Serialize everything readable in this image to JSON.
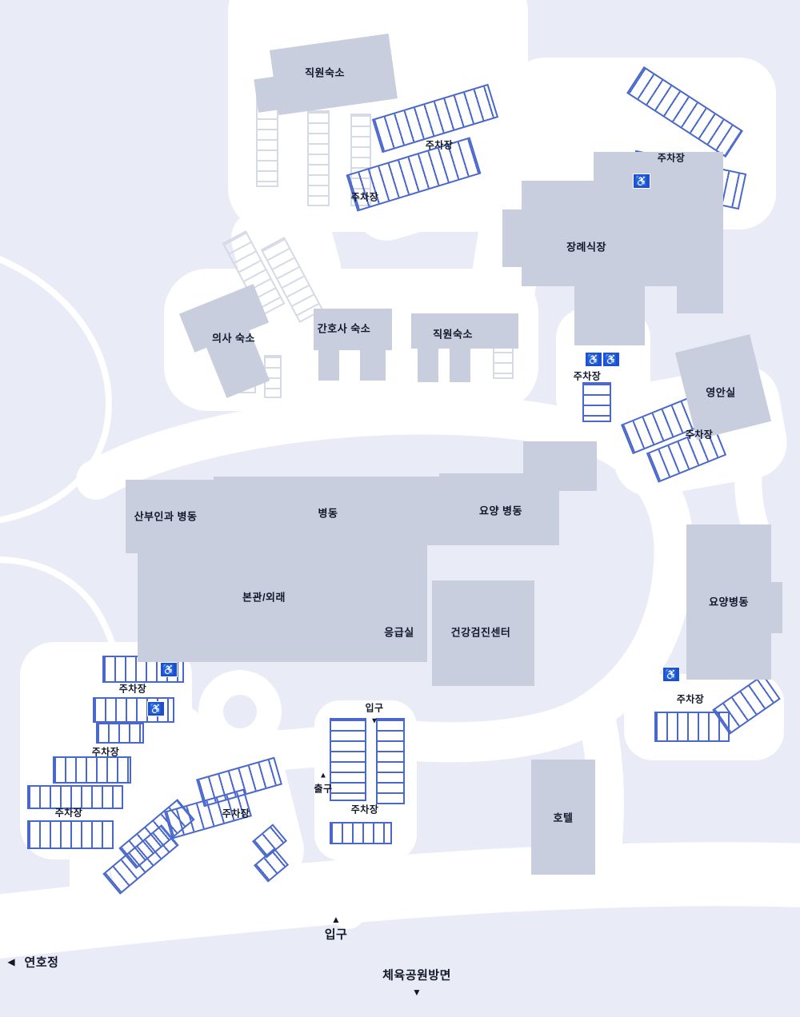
{
  "colors": {
    "background": "#e9ebf6",
    "road": "#ffffff",
    "building": "#c9cede",
    "parking_line": "#4a68cc",
    "parking_line_gray": "#d6dae6",
    "text": "#12182a",
    "accessible_bg": "#1d4ed8"
  },
  "buildings": {
    "staff_dorm_top": "직원숙소",
    "funeral_hall": "장례식장",
    "doctor_dorm": "의사 숙소",
    "nurse_dorm": "간호사 숙소",
    "staff_dorm_2": "직원숙소",
    "mortuary": "영안실",
    "obgyn_ward": "산부인과 병동",
    "ward": "병동",
    "nursing_ward": "요양 병동",
    "main_outpatient": "본관/외래",
    "er": "응급실",
    "checkup_center": "건강검진센터",
    "nursing_hospital": "요양병동",
    "hotel": "호텔"
  },
  "parking": {
    "label": "주차장"
  },
  "markers": {
    "entrance": "입구",
    "exit": "출구",
    "yeonhojeong": "연호정",
    "sports_park": "체육공원방면"
  },
  "icons": {
    "accessible": "♿",
    "arrow_up": "▲",
    "arrow_down": "▼",
    "arrow_left": "◀"
  }
}
